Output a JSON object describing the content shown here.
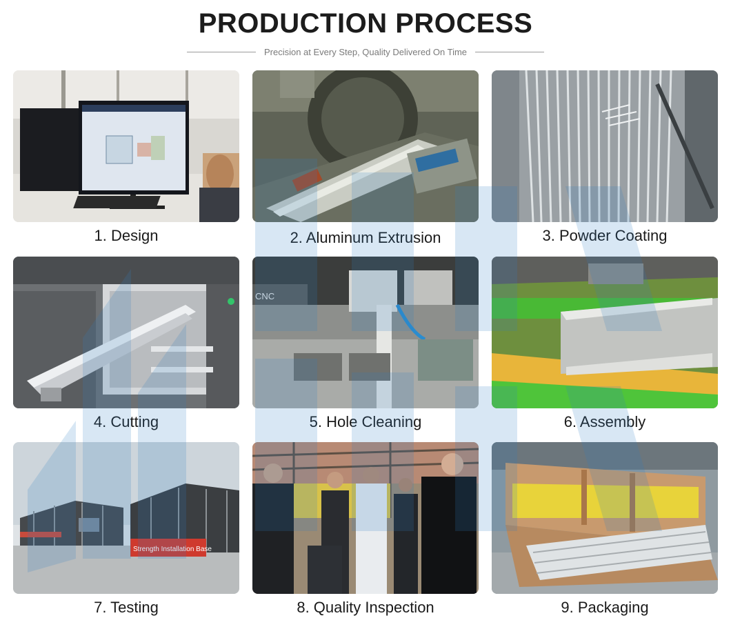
{
  "header": {
    "title": "PRODUCTION PROCESS",
    "subtitle": "Precision at Every Step, Quality Delivered On Time"
  },
  "steps": [
    {
      "label": "1. Design",
      "icon": "design-photo"
    },
    {
      "label": "2. Aluminum Extrusion",
      "icon": "extrusion-photo"
    },
    {
      "label": "3. Powder Coating",
      "icon": "powder-coating-photo"
    },
    {
      "label": "4. Cutting",
      "icon": "cutting-photo"
    },
    {
      "label": "5. Hole Cleaning",
      "icon": "hole-cleaning-photo"
    },
    {
      "label": "6. Assembly",
      "icon": "assembly-photo"
    },
    {
      "label": "7. Testing",
      "icon": "testing-photo"
    },
    {
      "label": "8. Quality Inspection",
      "icon": "quality-inspection-photo"
    },
    {
      "label": "9. Packaging",
      "icon": "packaging-photo"
    }
  ],
  "photo_text": {
    "cnc": "CNC",
    "banner": "Strength Installation Base"
  },
  "colors": {
    "title": "#1c1c1c",
    "subtitle": "#7a7a7a",
    "rule": "#9a9a9a",
    "watermark": "#2f7fc4"
  }
}
